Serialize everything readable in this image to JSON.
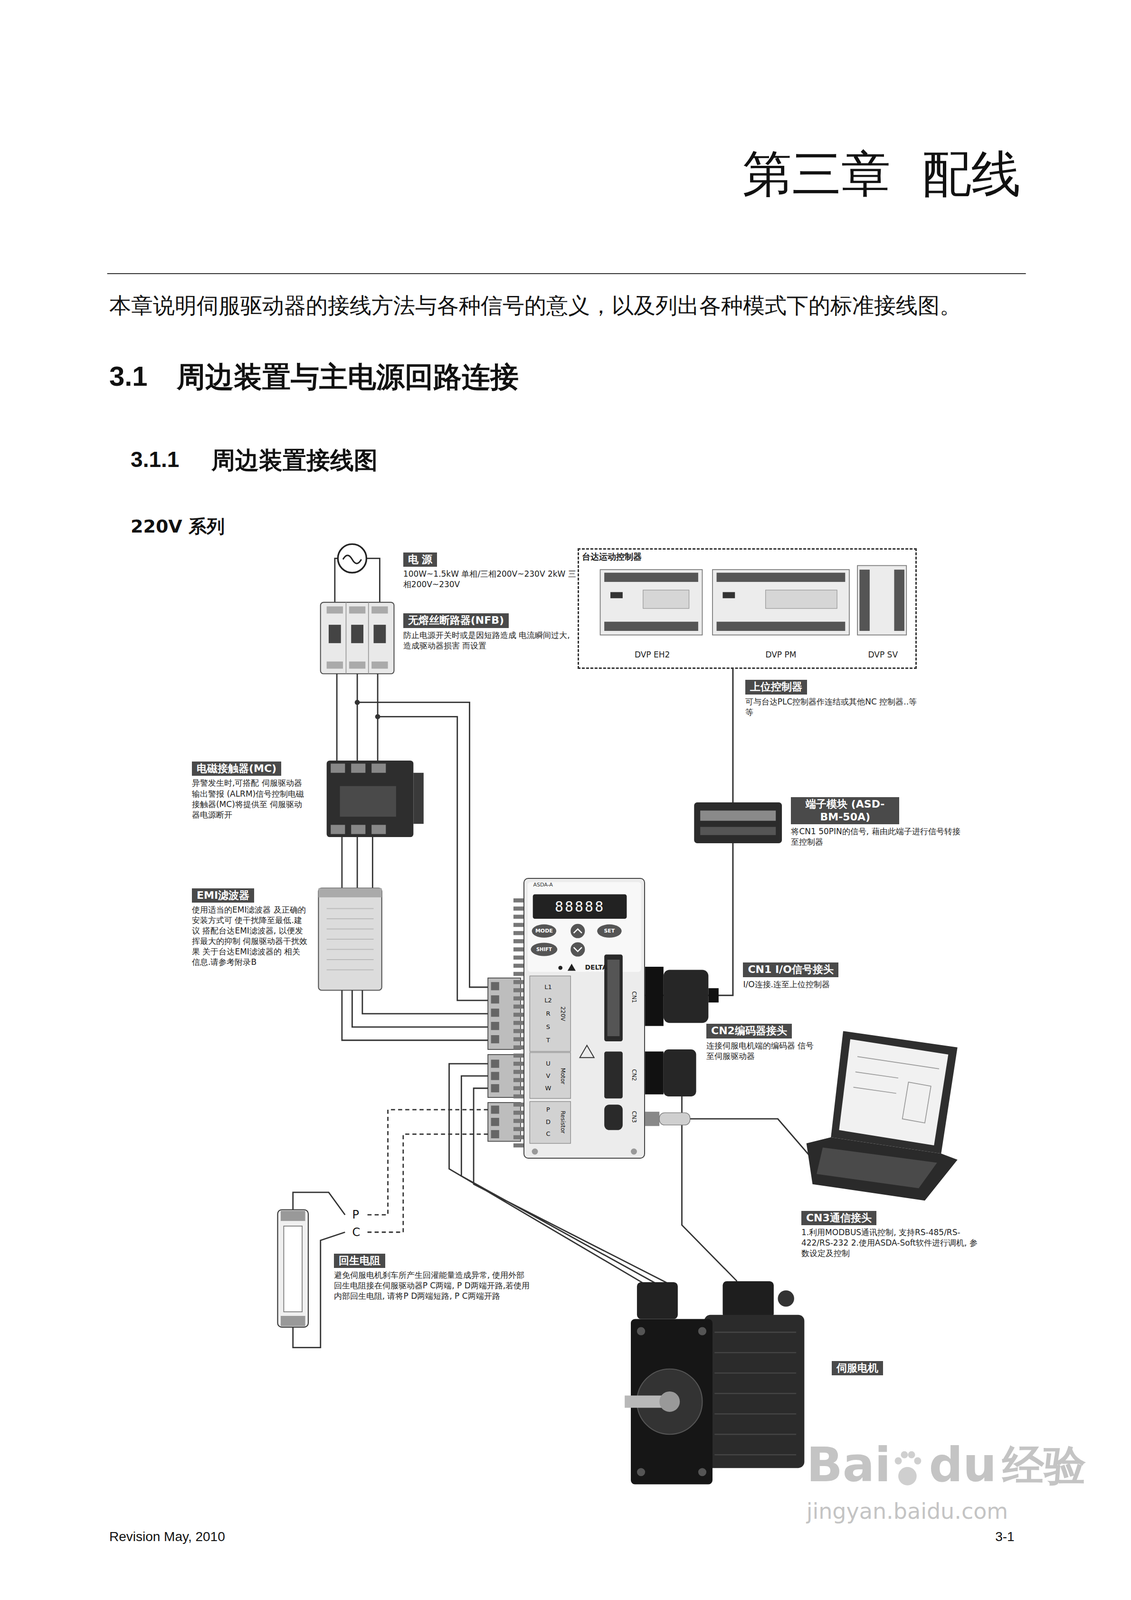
{
  "diagram": {
    "title": "第三章  配线",
    "nodes": [
      {
        "text": [
          "电 源",
          "100W~1.5kW 单相/三相200V~230V 2kW 三相200V~230V"
        ]
      },
      {
        "text": [
          "台达运动控制器"
        ]
      },
      {
        "text": [
          "DVP EH2"
        ],
        "in": 1
      },
      {
        "text": [
          "DVP PM"
        ],
        "in": 1
      },
      {
        "text": [
          "DVP SV"
        ],
        "in": 1
      },
      {
        "text": [
          "无熔丝断路器(NFB)",
          "防止电源开关时或是因短路造成 电流瞬间过大,造成驱动器损害 而设置"
        ]
      },
      {
        "text": [
          "上位控制器",
          "可与台达PLC控制器作连结或其他NC 控制器..等等"
        ]
      },
      {
        "text": [
          "电磁接触器(MC)",
          "异警发生时,可搭配 伺服驱动器输出警报 (ALRM)信号控制电磁 接触器(MC)将提供至 伺服驱动器电源断开"
        ]
      },
      {
        "text": [
          "端子模块 (ASD-BM-50A)",
          "将CN1 50PIN的信号, 藉由此端子进行信号转接至控制器"
        ]
      },
      {
        "text": [
          "EMI滤波器",
          "使用适当的EMI滤波器 及正确的安装方式可 使干扰降至最低.建议 搭配台达EMI滤波器, 以便发挥最大的抑制 伺服驱动器干扰效果 关于台达EMI滤波器的 相关信息.请参考附录B"
        ]
      },
      {
        "text": [
          "ASDA-A",
          "88888",
          "MODE",
          "SET",
          "SHIFT",
          "DELTA",
          "L1",
          "L2",
          "R",
          "S",
          "T",
          "220V",
          "U",
          "V",
          "W",
          "Motor",
          "P",
          "D",
          "C",
          "Resistor",
          "CN1",
          "CN2",
          "CN3"
        ]
      },
      {
        "text": [
          "CN1 I/O信号接头",
          "I/O连接.连至上位控制器"
        ]
      },
      {
        "text": [
          "CN2编码器接头",
          "连接伺服电机端的编码器 信号至伺服驱动器"
        ]
      },
      {
        "text": [
          "CN3通信接头",
          "1.利用MODBUS通讯控制, 支持RS-485/RS-422/RS-232 2.使用ASDA-Soft软件进行调机, 参数设定及控制"
        ]
      },
      {
        "text": [
          "回生电阻",
          "避免伺服电机刹车所产生回灌能量造成异常, 使用外部回生电阻接在伺服驱动器P C两端, P D两端开路,若使用内部回生电阻, 请将P D两端短路, P C两端开路"
        ]
      },
      {
        "text": [
          "伺服电机"
        ]
      }
    ],
    "edges": [
      {
        "from": 1,
        "to": 10,
        "arrow": "none"
      }
    ],
    "labels": [
      "本章说明伺服驱动器的接线方法与各种信号的意义，以及列出各种模式下的标准接线图。",
      "3.1",
      "周边装置与主电源回路连接",
      "3.1.1",
      "周边装置接线图",
      "220V 系列",
      "P",
      "C",
      "Revision May, 2010",
      "3-1",
      "Bai",
      "du",
      "经验",
      "jingyan.baidu.com"
    ]
  }
}
